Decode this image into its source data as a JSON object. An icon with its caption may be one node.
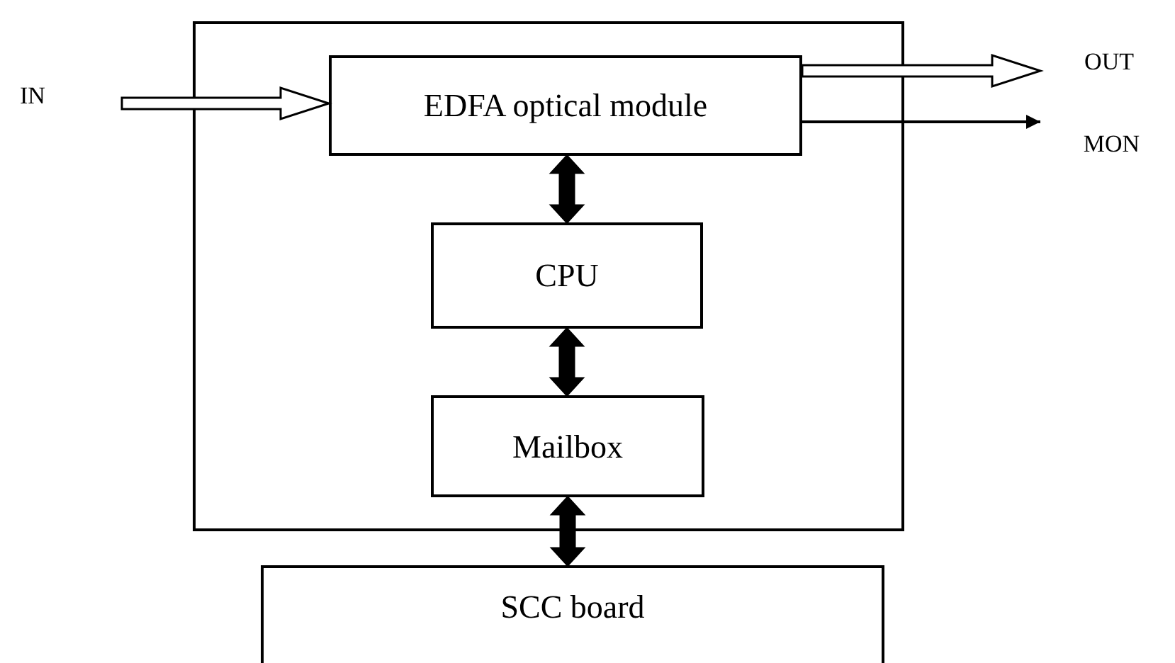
{
  "diagram": {
    "nodes": [
      {
        "text": [],
        "shape": "box"
      },
      {
        "text": [
          "EDFA optical module"
        ],
        "in": 0
      },
      {
        "text": [
          "CPU"
        ],
        "in": 0
      },
      {
        "text": [
          "Mailbox"
        ],
        "in": 0
      },
      {
        "text": [
          "SCC board"
        ]
      },
      {
        "text": [
          "IN"
        ]
      },
      {
        "text": [
          "OUT"
        ]
      },
      {
        "text": [
          "MON"
        ]
      }
    ],
    "edges": [
      {
        "from": 5,
        "to": 1,
        "arrow": "to",
        "style": "thick"
      },
      {
        "from": 1,
        "to": 6,
        "arrow": "to",
        "style": "thick"
      },
      {
        "from": 1,
        "to": 7,
        "arrow": "to"
      },
      {
        "from": 1,
        "to": 2,
        "arrow": "both",
        "style": "thick"
      },
      {
        "from": 2,
        "to": 3,
        "arrow": "both",
        "style": "thick"
      },
      {
        "from": 3,
        "to": 4,
        "arrow": "both",
        "style": "thick"
      }
    ]
  }
}
